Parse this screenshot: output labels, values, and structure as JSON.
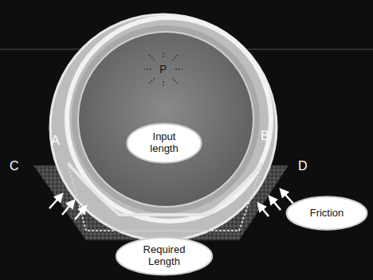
{
  "diagram": {
    "nodes": [
      {
        "text": [
          "Input length"
        ]
      },
      {
        "text": [
          "Required Length"
        ]
      },
      {
        "text": [
          "Friction"
        ]
      }
    ],
    "labels": [
      "P",
      "A",
      "B",
      "C",
      "D"
    ]
  }
}
